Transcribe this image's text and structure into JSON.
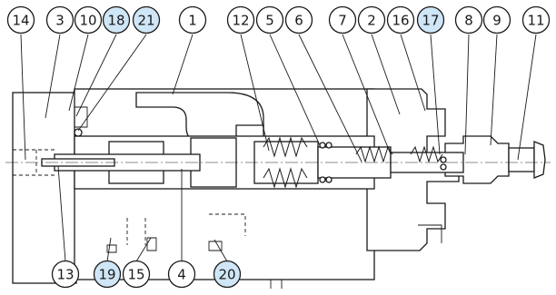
{
  "diagram": {
    "callouts_top": [
      {
        "label": "14",
        "highlighted": false
      },
      {
        "label": "3",
        "highlighted": false
      },
      {
        "label": "10",
        "highlighted": false
      },
      {
        "label": "18",
        "highlighted": true
      },
      {
        "label": "21",
        "highlighted": true
      },
      {
        "label": "1",
        "highlighted": false
      },
      {
        "label": "12",
        "highlighted": false
      },
      {
        "label": "5",
        "highlighted": false
      },
      {
        "label": "6",
        "highlighted": false
      },
      {
        "label": "7",
        "highlighted": false
      },
      {
        "label": "2",
        "highlighted": false
      },
      {
        "label": "16",
        "highlighted": false
      },
      {
        "label": "17",
        "highlighted": true
      },
      {
        "label": "8",
        "highlighted": false
      },
      {
        "label": "9",
        "highlighted": false
      },
      {
        "label": "11",
        "highlighted": false
      }
    ],
    "callouts_bottom": [
      {
        "label": "13",
        "highlighted": false
      },
      {
        "label": "19",
        "highlighted": true
      },
      {
        "label": "15",
        "highlighted": false
      },
      {
        "label": "4",
        "highlighted": false
      },
      {
        "label": "20",
        "highlighted": true
      }
    ]
  },
  "colors": {
    "highlight_fill": "#cfe6f6",
    "plain_fill": "#ffffff",
    "line": "#1a1a1a"
  }
}
